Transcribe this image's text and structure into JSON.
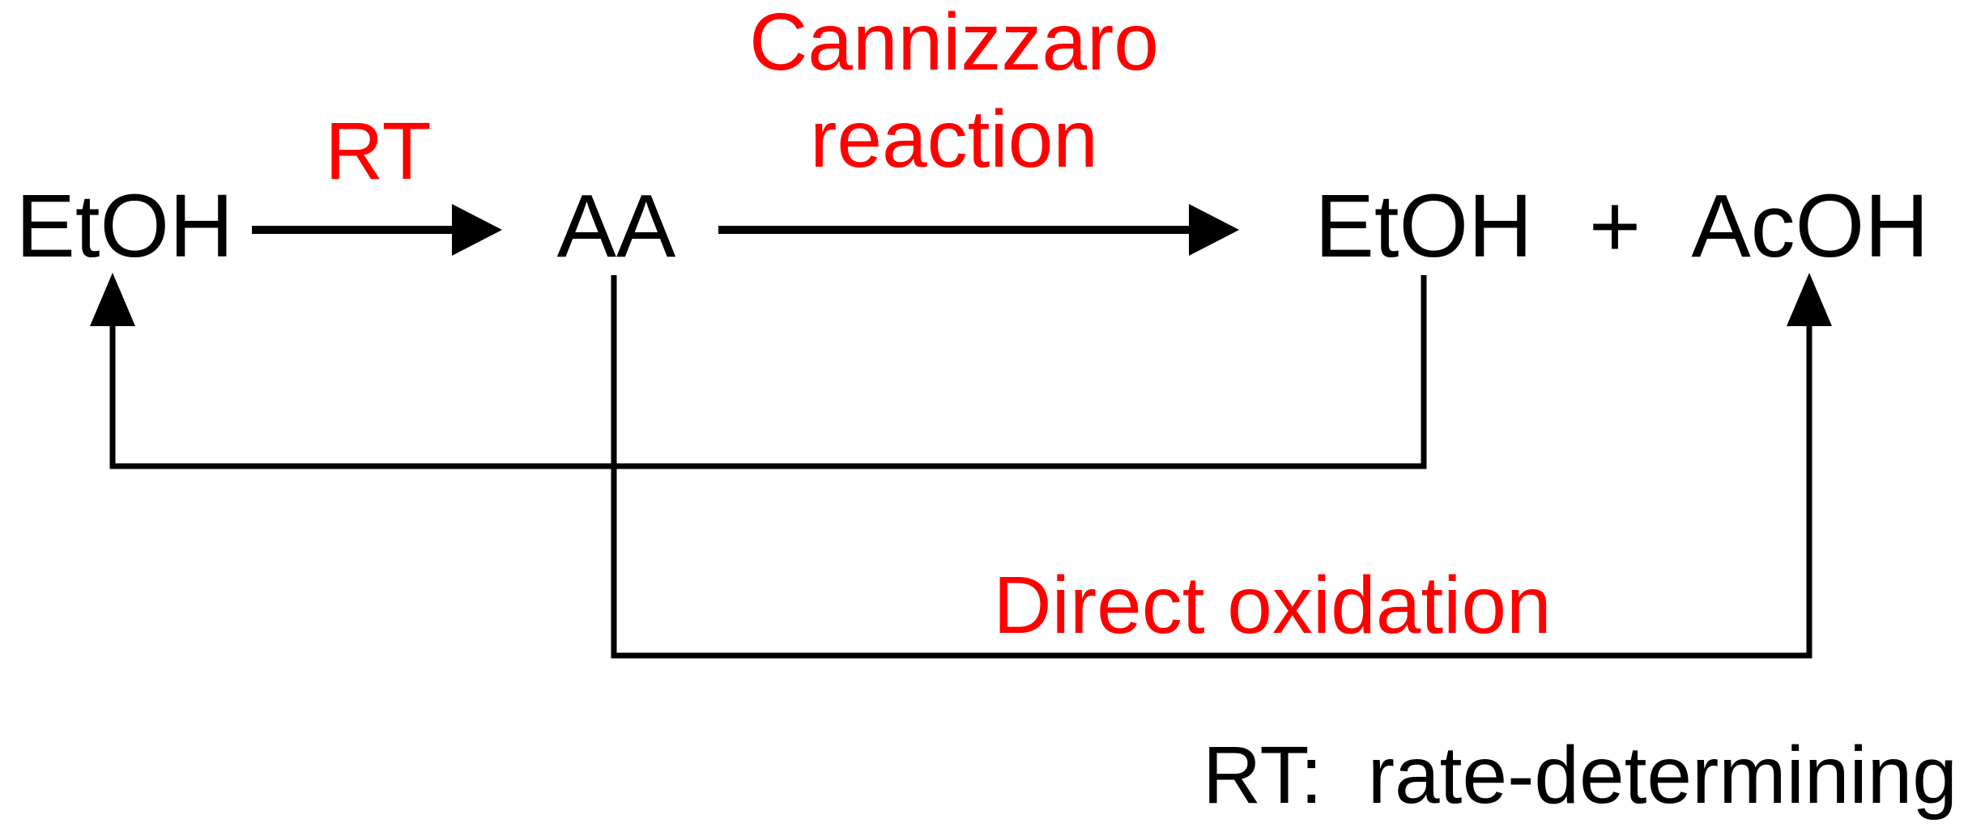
{
  "diagram": {
    "species": [
      {
        "id": "etoh-reactant",
        "label": "EtOH"
      },
      {
        "id": "aa-intermediate",
        "label": "AA"
      },
      {
        "id": "etoh-product",
        "label": "EtOH"
      },
      {
        "id": "plus-sign",
        "label": "+"
      },
      {
        "id": "acoh-product",
        "label": "AcOH"
      }
    ],
    "labels": {
      "rt": "RT",
      "cannizzaro_line1": "Cannizzaro",
      "cannizzaro_line2": "reaction",
      "direct_oxidation": "Direct oxidation",
      "legend": "RT:  rate-determining"
    },
    "colors": {
      "annotation_red": "#ff0000",
      "ink_black": "#000000",
      "background": "#ffffff"
    }
  }
}
